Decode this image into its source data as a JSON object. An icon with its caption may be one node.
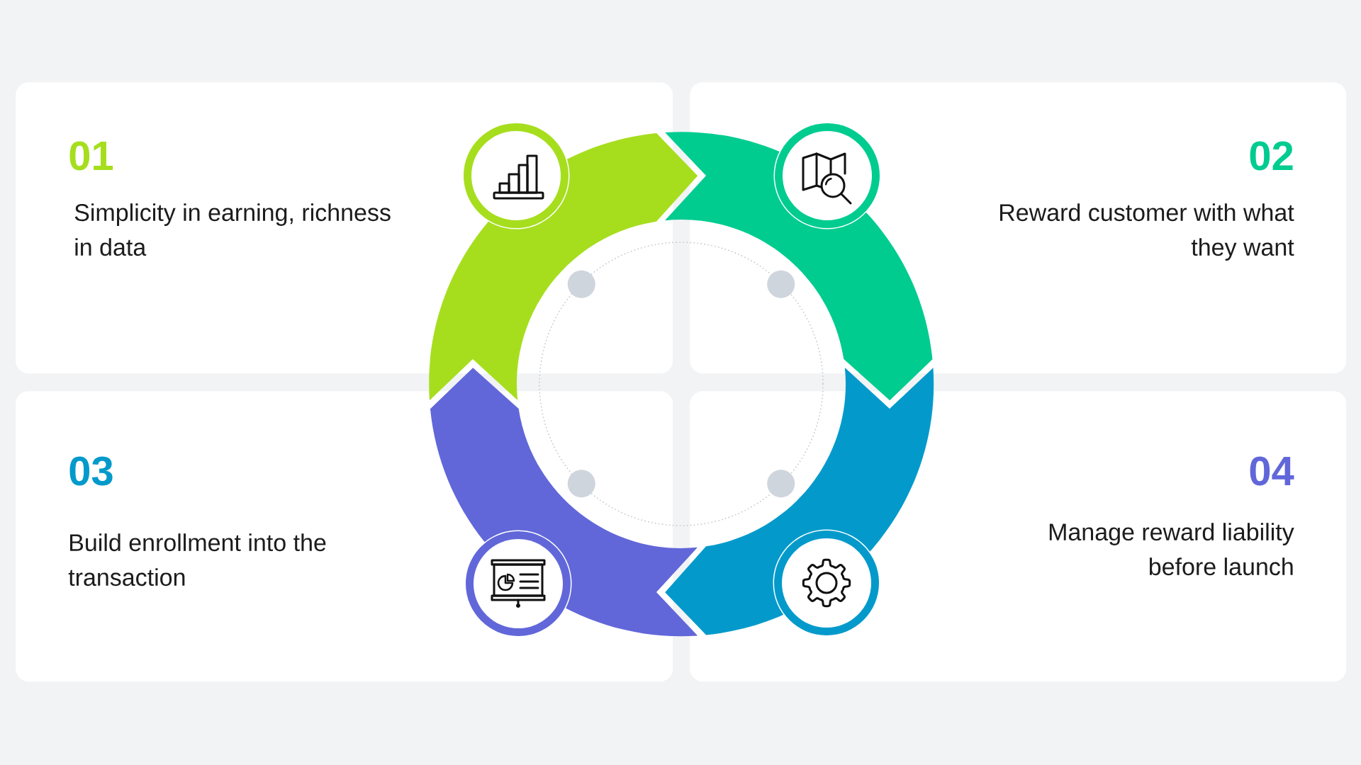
{
  "diagram": {
    "nodes": [
      {
        "text": [
          "01",
          "Simplicity in earning, richness in data"
        ]
      },
      {
        "text": [
          "02",
          "Reward customer with what they want"
        ]
      },
      {
        "text": [
          "03",
          "Build enrollment into the transaction"
        ]
      },
      {
        "text": [
          "04",
          "Manage reward liability before launch"
        ]
      }
    ],
    "edges": [
      {
        "from": 0,
        "to": 1,
        "arrow": "to",
        "style": "thick",
        "color": "#a6de1e"
      },
      {
        "from": 1,
        "to": 3,
        "arrow": "to",
        "style": "thick",
        "color": "#00cc90"
      },
      {
        "from": 3,
        "to": 2,
        "arrow": "to",
        "style": "thick",
        "color": "#039acb"
      },
      {
        "from": 2,
        "to": 0,
        "arrow": "to",
        "style": "thick",
        "color": "#6167d9"
      }
    ]
  }
}
